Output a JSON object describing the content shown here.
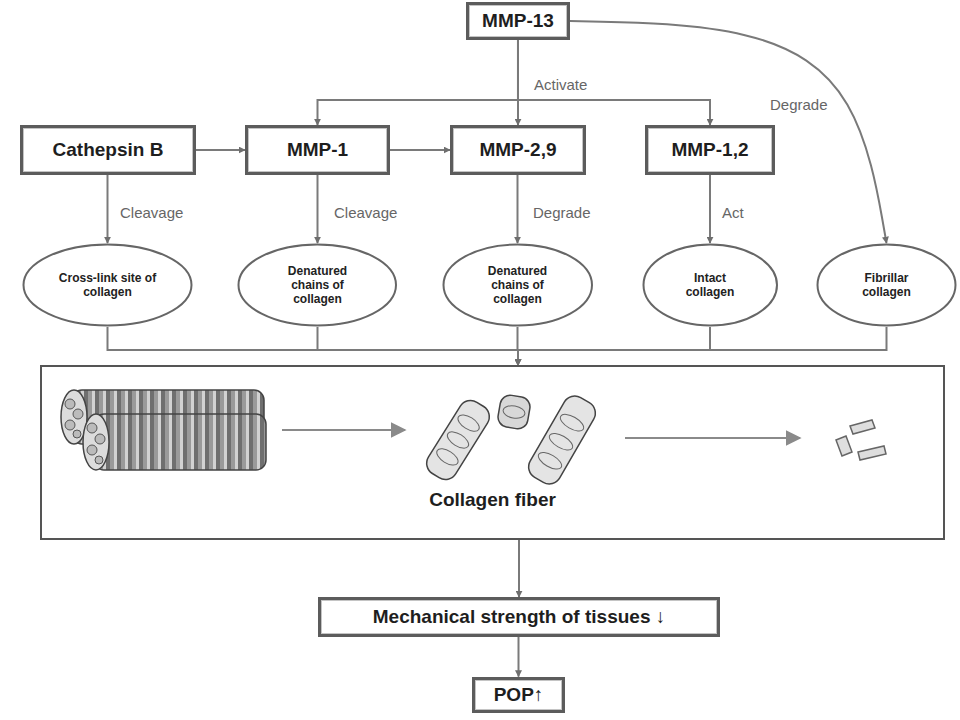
{
  "diagram": {
    "nodes": [
      {
        "text": [
          "MMP-13"
        ]
      },
      {
        "text": [
          "Cathepsin B"
        ]
      },
      {
        "text": [
          "MMP-1"
        ]
      },
      {
        "text": [
          "MMP-2,9"
        ]
      },
      {
        "text": [
          "MMP-1,2"
        ]
      },
      {
        "text": [
          "Cross-link site of collagen"
        ]
      },
      {
        "text": [
          "Denatured chains of collagen"
        ]
      },
      {
        "text": [
          "Denatured chains of collagen"
        ]
      },
      {
        "text": [
          "Intact collagen"
        ]
      },
      {
        "text": [
          "Fibrillar collagen"
        ]
      },
      {
        "text": [
          "Collagen fiber"
        ]
      },
      {
        "text": [
          "Mechanical strength of tissues ↓"
        ]
      },
      {
        "text": [
          "POP↑"
        ]
      }
    ],
    "edges": [
      {
        "from": 0,
        "to": 2,
        "arrow": "to"
      },
      {
        "from": 0,
        "to": 3,
        "label": "Activate",
        "arrow": "to"
      },
      {
        "from": 0,
        "to": 4,
        "arrow": "to"
      },
      {
        "from": 0,
        "to": 9,
        "label": "Degrade",
        "arrow": "to"
      },
      {
        "from": 1,
        "to": 2,
        "arrow": "to"
      },
      {
        "from": 2,
        "to": 3,
        "arrow": "to"
      },
      {
        "from": 1,
        "to": 5,
        "label": "Cleavage",
        "arrow": "to"
      },
      {
        "from": 2,
        "to": 6,
        "label": "Cleavage",
        "arrow": "to"
      },
      {
        "from": 3,
        "to": 7,
        "label": "Degrade",
        "arrow": "to"
      },
      {
        "from": 4,
        "to": 8,
        "label": "Act",
        "arrow": "to"
      },
      {
        "from": 5,
        "to": 10,
        "arrow": "to"
      },
      {
        "from": 6,
        "to": 10,
        "arrow": "to"
      },
      {
        "from": 7,
        "to": 10,
        "arrow": "to"
      },
      {
        "from": 8,
        "to": 10,
        "arrow": "to"
      },
      {
        "from": 9,
        "to": 10,
        "arrow": "to"
      },
      {
        "from": 10,
        "to": 11,
        "arrow": "to"
      },
      {
        "from": 11,
        "to": 12,
        "arrow": "to"
      }
    ]
  }
}
